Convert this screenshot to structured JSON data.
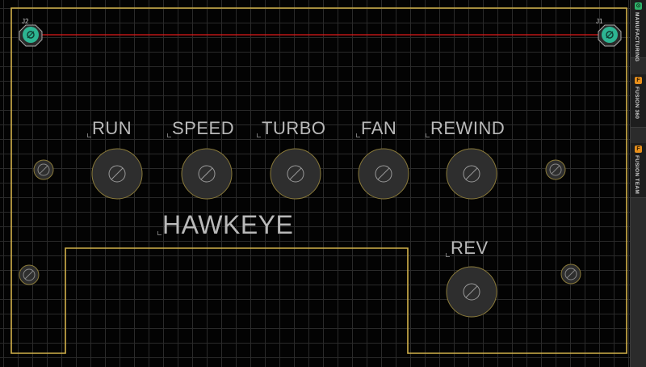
{
  "board": {
    "connectors": [
      {
        "ref": "J2"
      },
      {
        "ref": "J1"
      }
    ],
    "button_labels": [
      "RUN",
      "SPEED",
      "TURBO",
      "FAN",
      "REWIND"
    ],
    "title_label": "HAWKEYE",
    "rev_label": "REV"
  },
  "colors": {
    "outline": "#d2b14a",
    "trace": "#e01818",
    "pad": "#2db592",
    "silkscreen": "#b9b9b9",
    "hole_ring": "#8a7a3a"
  },
  "dock": {
    "tabs": [
      {
        "label": "MANUFACTURING",
        "icon": "manufacturing-icon",
        "icon_color": "#2fb36a"
      },
      {
        "label": "FUSION 360",
        "icon": "fusion-360-icon",
        "icon_color": "#e8901c"
      },
      {
        "label": "FUSION TEAM",
        "icon": "fusion-team-icon",
        "icon_color": "#e8901c"
      }
    ]
  }
}
